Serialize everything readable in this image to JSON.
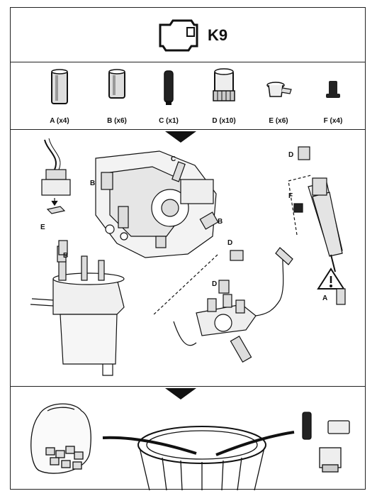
{
  "header": {
    "kit_code": "K9"
  },
  "parts": [
    {
      "label": "A (x4)",
      "icon": "long-sleeve-icon"
    },
    {
      "label": "B (x6)",
      "icon": "sleeve-icon"
    },
    {
      "label": "C  (x1)",
      "icon": "dark-cap-icon"
    },
    {
      "label": "D (x10)",
      "icon": "knurled-cap-icon"
    },
    {
      "label": "E (x6)",
      "icon": "clip-cap-icon"
    },
    {
      "label": "F (x4)",
      "icon": "plug-icon"
    }
  ],
  "callouts": {
    "A": "A",
    "B": "B",
    "C": "C",
    "D": "D",
    "E": "E",
    "F": "F"
  }
}
